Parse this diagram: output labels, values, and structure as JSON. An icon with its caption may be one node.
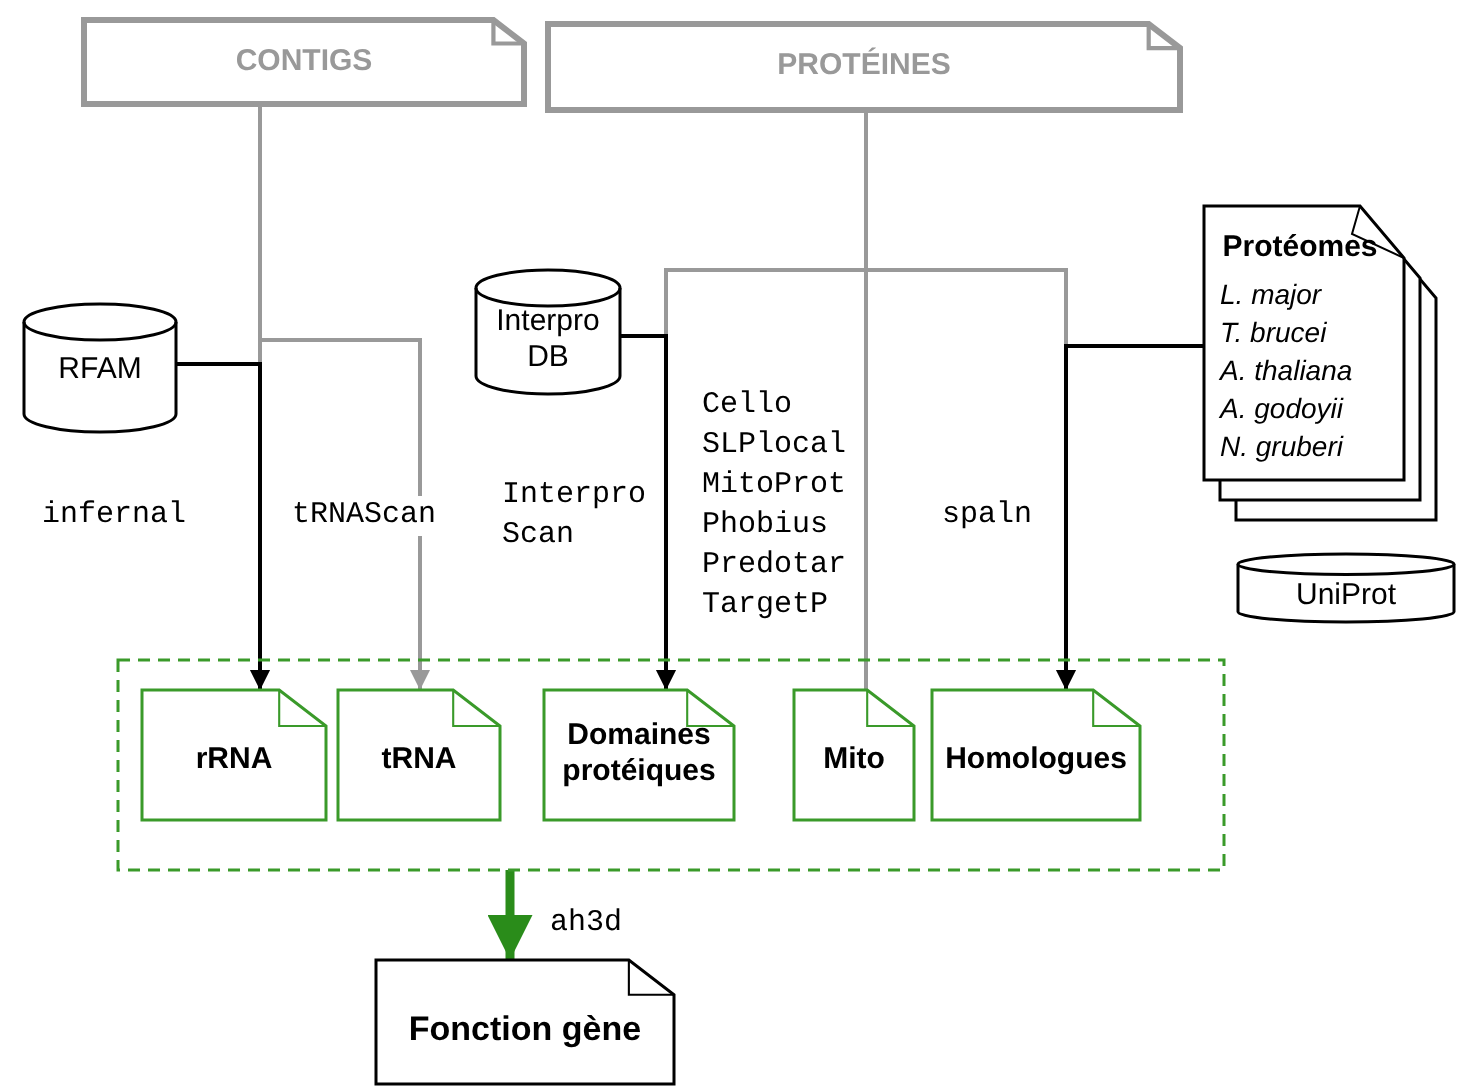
{
  "diagram": {
    "nodes": [
      {
        "text": [
          "CONTIGS"
        ]
      },
      {
        "text": [
          "PROTÉINES"
        ]
      },
      {
        "text": [
          "RFAM"
        ]
      },
      {
        "text": [
          "Interpro DB"
        ]
      },
      {
        "text": [
          "Protéomes",
          "L. major",
          "T. brucei",
          "A. thaliana",
          "A. godoyii",
          "N. gruberi"
        ]
      },
      {
        "text": [
          "UniProt"
        ]
      },
      {
        "text": [],
        "shape": "box"
      },
      {
        "text": [
          "rRNA"
        ],
        "in": 6
      },
      {
        "text": [
          "tRNA"
        ],
        "in": 6
      },
      {
        "text": [
          "Domaines protéiques"
        ],
        "in": 6
      },
      {
        "text": [
          "Mito"
        ],
        "in": 6
      },
      {
        "text": [
          "Homologues"
        ],
        "in": 6
      },
      {
        "text": [
          "Fonction gène"
        ]
      }
    ],
    "edges": [
      {
        "from": 0,
        "to": 7,
        "arrow": "to",
        "label": "infernal"
      },
      {
        "from": 0,
        "to": 8,
        "arrow": "to",
        "label": "tRNAScan"
      },
      {
        "from": 1,
        "to": 9,
        "arrow": "to",
        "label": "Interpro Scan"
      },
      {
        "from": 1,
        "to": 10,
        "arrow": "none",
        "label": "Cello SLPlocal MitoProt Phobius Predotar TargetP"
      },
      {
        "from": 1,
        "to": 11,
        "arrow": "to",
        "label": "spaln"
      },
      {
        "from": 2,
        "to": 7,
        "arrow": "to",
        "color": "#000000"
      },
      {
        "from": 3,
        "to": 9,
        "arrow": "to",
        "color": "#000000"
      },
      {
        "from": 4,
        "to": 11,
        "arrow": "to",
        "color": "#000000"
      },
      {
        "from": 6,
        "to": 12,
        "arrow": "to",
        "label": "ah3d",
        "style": "thick",
        "color": "#2a8c1a"
      }
    ]
  }
}
